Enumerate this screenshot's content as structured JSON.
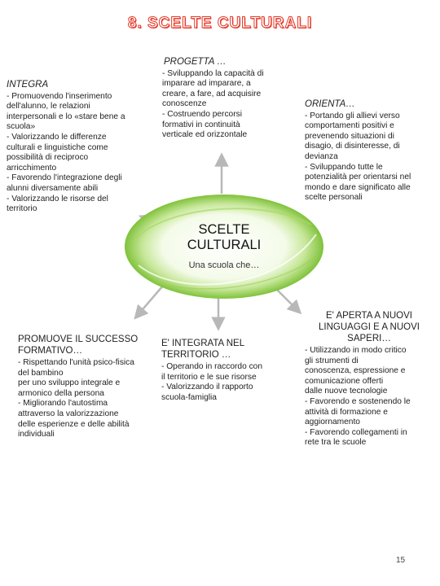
{
  "title": "8. SCELTE CULTURALI",
  "center": {
    "title_lines": [
      "SCELTE",
      "CULTURALI"
    ],
    "subtitle": "Una scuola che…"
  },
  "blocks": {
    "integra": {
      "heading": "INTEGRA",
      "lines": [
        "- Promuovendo l'inserimento",
        "dell'alunno, le relazioni",
        "interpersonali e lo «stare bene a",
        "scuola»",
        "- Valorizzando le differenze",
        "culturali e linguistiche come",
        "possibilità di reciproco",
        "arricchimento",
        "- Favorendo l'integrazione degli",
        "alunni diversamente abili",
        "-  Valorizzando le risorse del",
        "territorio"
      ]
    },
    "progetta": {
      "heading": "PROGETTA …",
      "lines": [
        "- Sviluppando la capacità di",
        "imparare ad imparare, a",
        "creare, a fare, ad acquisire",
        "conoscenze",
        "- Costruendo percorsi",
        "formativi in continuità",
        "verticale ed orizzontale"
      ]
    },
    "orienta": {
      "heading": "ORIENTA…",
      "lines": [
        "- Portando gli allievi verso",
        "comportamenti positivi e",
        "prevenendo situazioni di",
        "disagio, di disinteresse, di",
        "devianza",
        "- Sviluppando tutte le",
        "potenzialità per orientarsi nel",
        "mondo e dare significato alle",
        "scelte personali"
      ]
    },
    "promuove": {
      "heading_lines": [
        "PROMUOVE IL SUCCESSO",
        "FORMATIVO…"
      ],
      "lines": [
        "- Rispettando l'unità psico-fisica",
        "del bambino",
        "per uno sviluppo integrale e",
        "armonico della persona",
        "- Migliorando l'autostima",
        "attraverso la valorizzazione",
        "delle esperienze e delle abilità",
        "individuali"
      ]
    },
    "integrata": {
      "heading_lines": [
        "E' INTEGRATA NEL",
        "TERRITORIO …"
      ],
      "lines": [
        "- Operando in raccordo con",
        "il territorio e le sue risorse",
        "- Valorizzando il rapporto",
        "scuola-famiglia"
      ]
    },
    "aperta": {
      "heading_lines": [
        "E' APERTA A NUOVI",
        "LINGUAGGI E A NUOVI",
        "SAPERI…"
      ],
      "lines": [
        "- Utilizzando in modo critico",
        "gli strumenti di",
        "conoscenza, espressione e",
        "comunicazione offerti",
        "dalle nuove tecnologie",
        "- Favorendo e sostenendo le",
        "attività  di formazione e",
        "aggiornamento",
        "- Favorendo collegamenti in",
        "rete tra le scuole"
      ]
    }
  },
  "page_number": "15",
  "colors": {
    "title_outline": "#e53a2a",
    "ellipse_glow": "#8fcf3c",
    "arrow": "#b8b8b8"
  }
}
